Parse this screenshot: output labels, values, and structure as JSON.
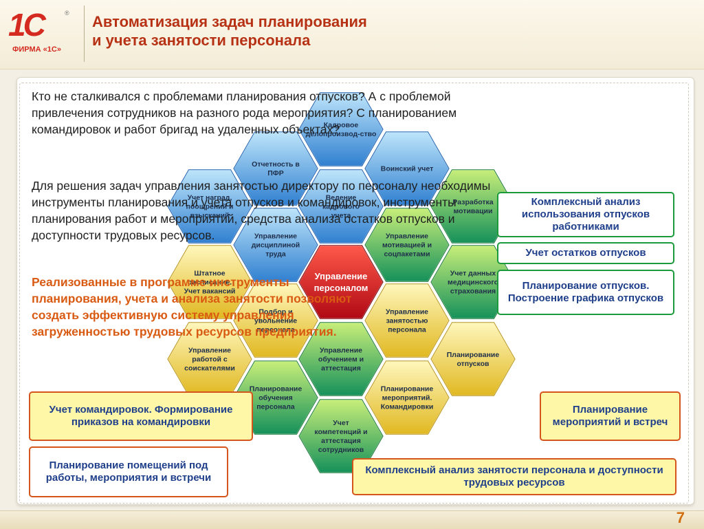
{
  "header": {
    "logo_mark": "1С",
    "logo_reg": "®",
    "logo_text": "ФИРМА «1С»",
    "title_line1": "Автоматизация задач планирования",
    "title_line2": "и учета занятости персонала"
  },
  "paragraphs": {
    "p1": "Кто не сталкивался с проблемами планирования отпусков? А с проблемой привлечения сотрудников на разного рода мероприятия? С планированием командировок и работ бригад на удаленных объектах?",
    "p2": "Для решения задач управления занятостью директору по персоналу необходимы инструменты планирования и учета отпусков и командировок, инструменты планирования работ и мероприятий, средства анализа остатков отпусков и доступности трудовых ресурсов.",
    "p3": "Реализованные в программе инструменты планирования, учета и анализа занятости позволяют создать эффективную систему управления загруженностью трудовых ресурсов предприятия."
  },
  "hexes": [
    {
      "label": "Кадровое делопроизвод-ство",
      "color": "blue"
    },
    {
      "label": "Отчетность в ПФР",
      "color": "blue"
    },
    {
      "label": "Воинский учет",
      "color": "blue"
    },
    {
      "label": "Учет наград, поощрений и взысканий",
      "color": "blue"
    },
    {
      "label": "Ведение кадрового учета",
      "color": "blue"
    },
    {
      "label": "Разработка мотивации",
      "color": "green"
    },
    {
      "label": "Управление дисциплиной труда",
      "color": "blue"
    },
    {
      "label": "Управление мотивацией и соцпакетами",
      "color": "green"
    },
    {
      "label": "Штатное расписание. Учет вакансий",
      "color": "yellow"
    },
    {
      "label": "Управление персоналом",
      "color": "red"
    },
    {
      "label": "Учет данных медицинского страхования",
      "color": "green"
    },
    {
      "label": "Подбор и увольнение персонала",
      "color": "yellow"
    },
    {
      "label": "Управление занятостью персонала",
      "color": "yellow"
    },
    {
      "label": "Управление работой с соискателями",
      "color": "yellow"
    },
    {
      "label": "Управление обучением и аттестация",
      "color": "green"
    },
    {
      "label": "Планирование отпусков",
      "color": "yellow"
    },
    {
      "label": "Планирование обучения персонала",
      "color": "green"
    },
    {
      "label": "Планирование мероприятий. Командировки",
      "color": "yellow"
    },
    {
      "label": "Учет компетенций и аттестация сотрудников",
      "color": "green"
    }
  ],
  "boxes": {
    "b1": "Комплексный анализ использования отпусков работниками",
    "b2": "Учет остатков отпусков",
    "b3": "Планирование отпусков. Построение графика отпусков",
    "b4": "Учет командировок. Формирование приказов на командировки",
    "b5": "Планирование мероприятий и встреч",
    "b6": "Планирование помещений под работы, мероприятия и встречи",
    "b7": "Комплексный анализ занятости персонала и доступности трудовых ресурсов"
  },
  "colors": {
    "title": "#b73215",
    "highlight_text": "#d95a12",
    "box_text": "#1f3f8a",
    "green_border": "#1a9a3a",
    "orange_border": "#d4551b"
  },
  "footer": {
    "page_number": "7"
  }
}
